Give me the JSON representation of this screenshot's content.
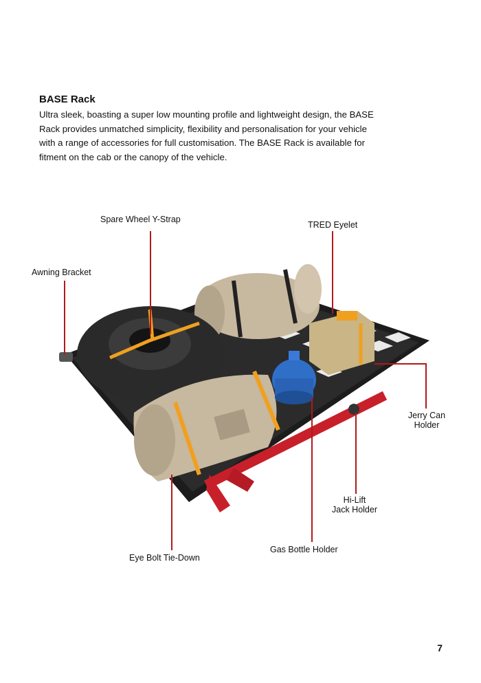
{
  "section": {
    "title": "BASE Rack",
    "description": "Ultra sleek, boasting a super low mounting profile and lightweight design, the BASE Rack provides unmatched simplicity, flexibility and personalisation for your vehicle with a range of accessories for full customisation. The BASE Rack is available for fitment on the cab or the canopy of the vehicle."
  },
  "callouts": {
    "spare_wheel": "Spare Wheel Y-Strap",
    "tred_eyelet": "TRED Eyelet",
    "awning_bracket": "Awning Bracket",
    "jerry_can_line1": "Jerry Can",
    "jerry_can_line2": "Holder",
    "hilift_line1": "Hi-Lift",
    "hilift_line2": "Jack Holder",
    "gas_bottle": "Gas Bottle Holder",
    "eye_bolt": "Eye Bolt Tie-Down"
  },
  "colors": {
    "leader": "#b01a1a",
    "rack": "#1c1c1c",
    "tyre": "#2a2a2a",
    "bag": "#c7b8a0",
    "strap": "#f0a020",
    "jack": "#c8202a",
    "gas": "#2f6fc8",
    "jerry": "#c9b585"
  },
  "page": {
    "number": "7"
  }
}
